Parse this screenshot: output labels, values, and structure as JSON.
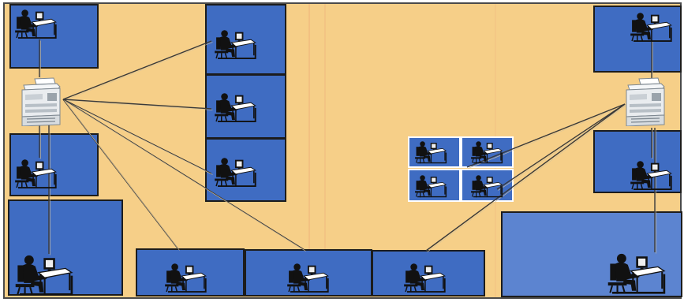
{
  "colors": {
    "floor": "#f6cf88",
    "floor_border": "#4a4a4a",
    "room": "#3f6cc2",
    "room_light": "#5c84d0",
    "room_shadow": "#1c1c1c",
    "room_highlight": "#ffffff",
    "cable": "#3a3a3a",
    "cable_light": "#d8c49a",
    "guide_line": "#e89a70",
    "printer_body": "#e9ecef",
    "printer_shadow": "#9aa3ab",
    "person": "#111111",
    "desk": "#ffffff",
    "monitor": "#eeeeee"
  },
  "icons": {
    "workstation": "person-at-desk-icon",
    "printer": "network-printer-icon"
  },
  "floor_plan": {
    "printers": [
      "printer-left",
      "printer-right"
    ],
    "workstations": [
      "ws-top-left",
      "ws-column-1",
      "ws-column-2",
      "ws-column-3",
      "ws-left-middle",
      "ws-left-bottom",
      "ws-bottom-1",
      "ws-bottom-2",
      "ws-bottom-3",
      "ws-cluster-1",
      "ws-cluster-2",
      "ws-cluster-3",
      "ws-cluster-4",
      "ws-top-right",
      "ws-right-middle",
      "ws-right-bottom"
    ],
    "connections": [
      [
        "printer-left",
        "ws-top-left"
      ],
      [
        "printer-left",
        "ws-column-1"
      ],
      [
        "printer-left",
        "ws-column-2"
      ],
      [
        "printer-left",
        "ws-column-3"
      ],
      [
        "printer-left",
        "ws-left-middle"
      ],
      [
        "printer-left",
        "ws-left-bottom"
      ],
      [
        "printer-left",
        "ws-bottom-1"
      ],
      [
        "printer-left",
        "ws-bottom-2"
      ],
      [
        "printer-right",
        "ws-top-right"
      ],
      [
        "printer-right",
        "ws-right-middle"
      ],
      [
        "printer-right",
        "ws-right-bottom"
      ],
      [
        "printer-right",
        "ws-cluster-2"
      ],
      [
        "printer-right",
        "ws-cluster-4"
      ],
      [
        "printer-right",
        "ws-bottom-3"
      ]
    ]
  }
}
